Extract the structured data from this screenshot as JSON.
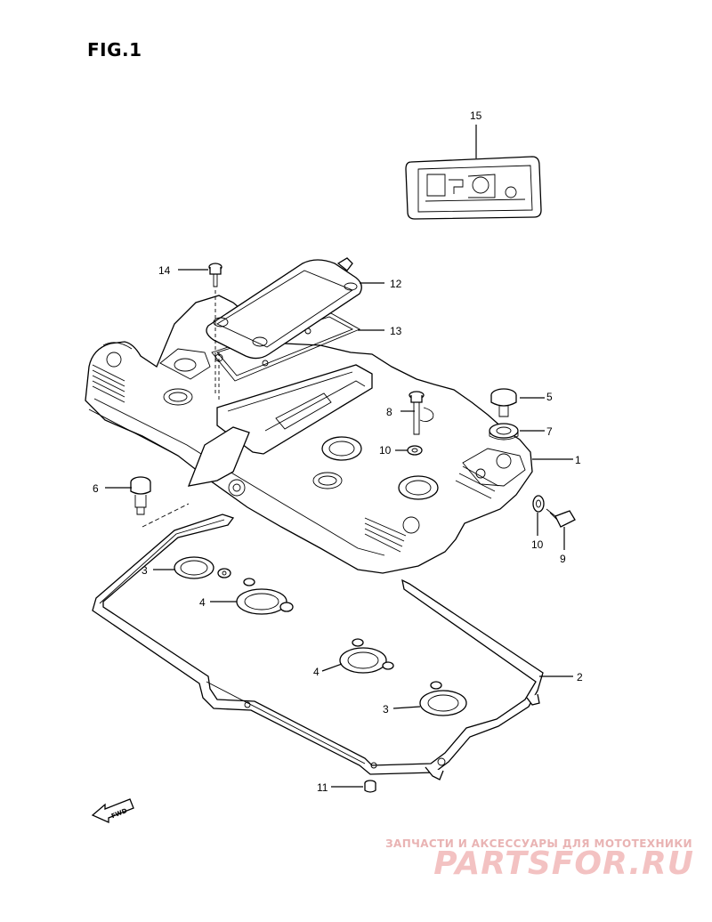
{
  "figure": {
    "title": "FIG.1"
  },
  "callouts": {
    "c1": "1",
    "c2": "2",
    "c3a": "3",
    "c3b": "3",
    "c4a": "4",
    "c4b": "4",
    "c5": "5",
    "c6": "6",
    "c7": "7",
    "c8": "8",
    "c9": "9",
    "c10a": "10",
    "c10b": "10",
    "c11": "11",
    "c12": "12",
    "c13": "13",
    "c14": "14",
    "c15": "15"
  },
  "fwd_label": "FWD",
  "watermark": {
    "tagline": "ЗАПЧАСТИ И АКСЕССУАРЫ ДЛЯ МОТОТЕХНИКИ",
    "brand": "PARTSFOR.RU"
  }
}
